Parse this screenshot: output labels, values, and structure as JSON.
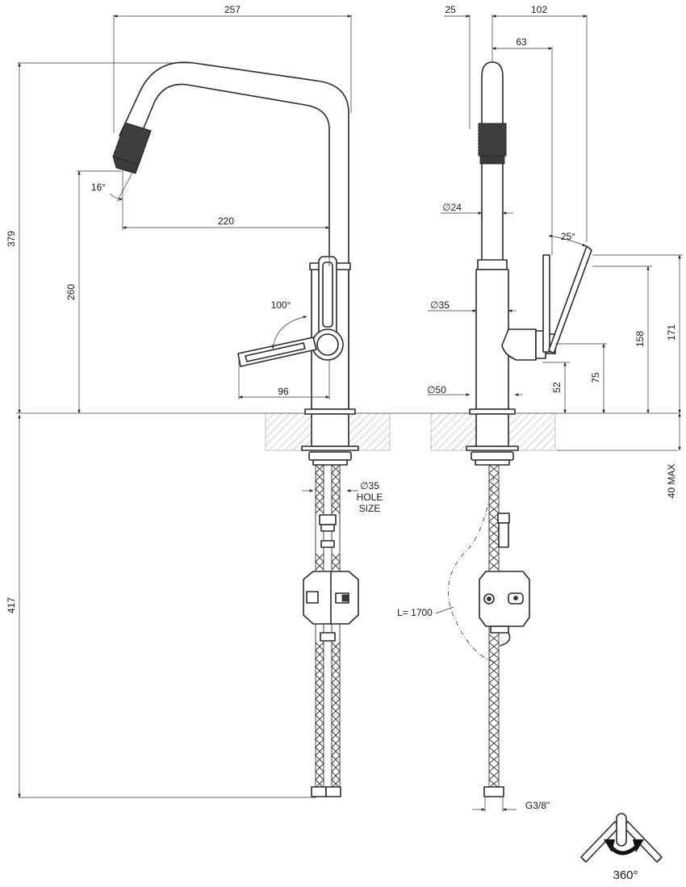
{
  "dimensions": {
    "d257": "257",
    "d25": "25",
    "d102": "102",
    "d63": "63",
    "d379": "379",
    "d260": "260",
    "d16deg": "16°",
    "d220": "220",
    "d100deg": "100°",
    "d96": "96",
    "d24": "24",
    "d25deg": "25°",
    "d35": "35",
    "d50": "50",
    "d52": "52",
    "d75": "75",
    "d158": "158",
    "d171": "171",
    "d40max": "40 MAX",
    "hole_dia": "35",
    "hole_line1": "HOLE",
    "hole_line2": "SIZE",
    "d417": "417",
    "hose_length": "L= 1700",
    "thread": "G3/8\"",
    "rotation": "360°"
  },
  "symbols": {
    "diameter": "∅"
  },
  "colors": {
    "line": "#2a2a2a",
    "hatch": "#8c8c8c",
    "background": "#ffffff"
  }
}
